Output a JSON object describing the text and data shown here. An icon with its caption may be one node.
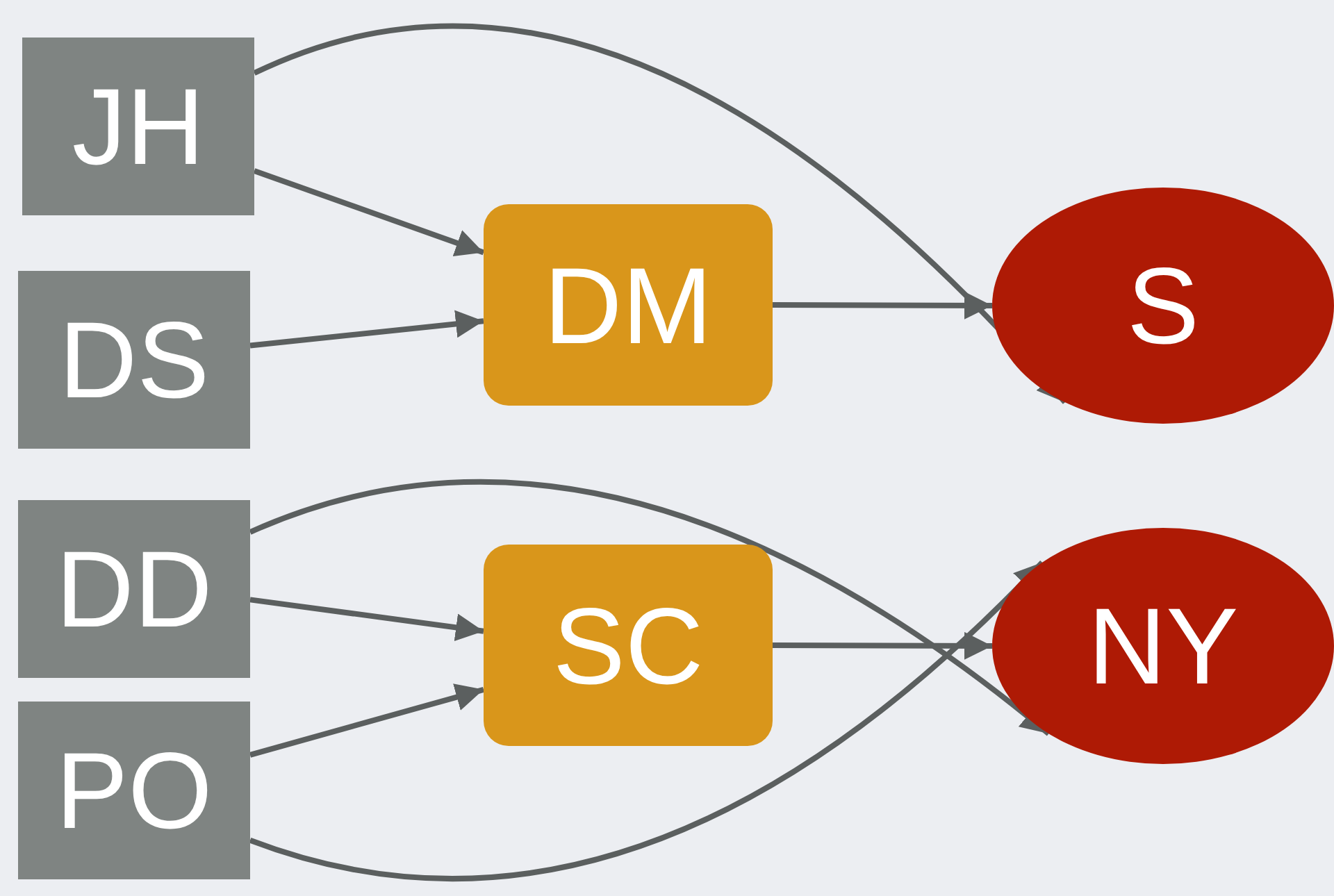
{
  "diagram": {
    "nodes": [
      {
        "text": [
          "JH"
        ]
      },
      {
        "text": [
          "DS"
        ]
      },
      {
        "text": [
          "DD"
        ]
      },
      {
        "text": [
          "PO"
        ]
      },
      {
        "text": [
          "DM"
        ]
      },
      {
        "text": [
          "SC"
        ]
      },
      {
        "text": [
          "S"
        ]
      },
      {
        "text": [
          "NY"
        ]
      }
    ],
    "edges": [
      {
        "from": 0,
        "to": 6,
        "arrow": "to"
      },
      {
        "from": 0,
        "to": 4,
        "arrow": "to"
      },
      {
        "from": 1,
        "to": 4,
        "arrow": "to"
      },
      {
        "from": 4,
        "to": 6,
        "arrow": "to"
      },
      {
        "from": 2,
        "to": 7,
        "arrow": "to"
      },
      {
        "from": 2,
        "to": 5,
        "arrow": "to"
      },
      {
        "from": 3,
        "to": 5,
        "arrow": "to"
      },
      {
        "from": 5,
        "to": 7,
        "arrow": "to"
      },
      {
        "from": 3,
        "to": 7,
        "arrow": "to"
      }
    ]
  }
}
